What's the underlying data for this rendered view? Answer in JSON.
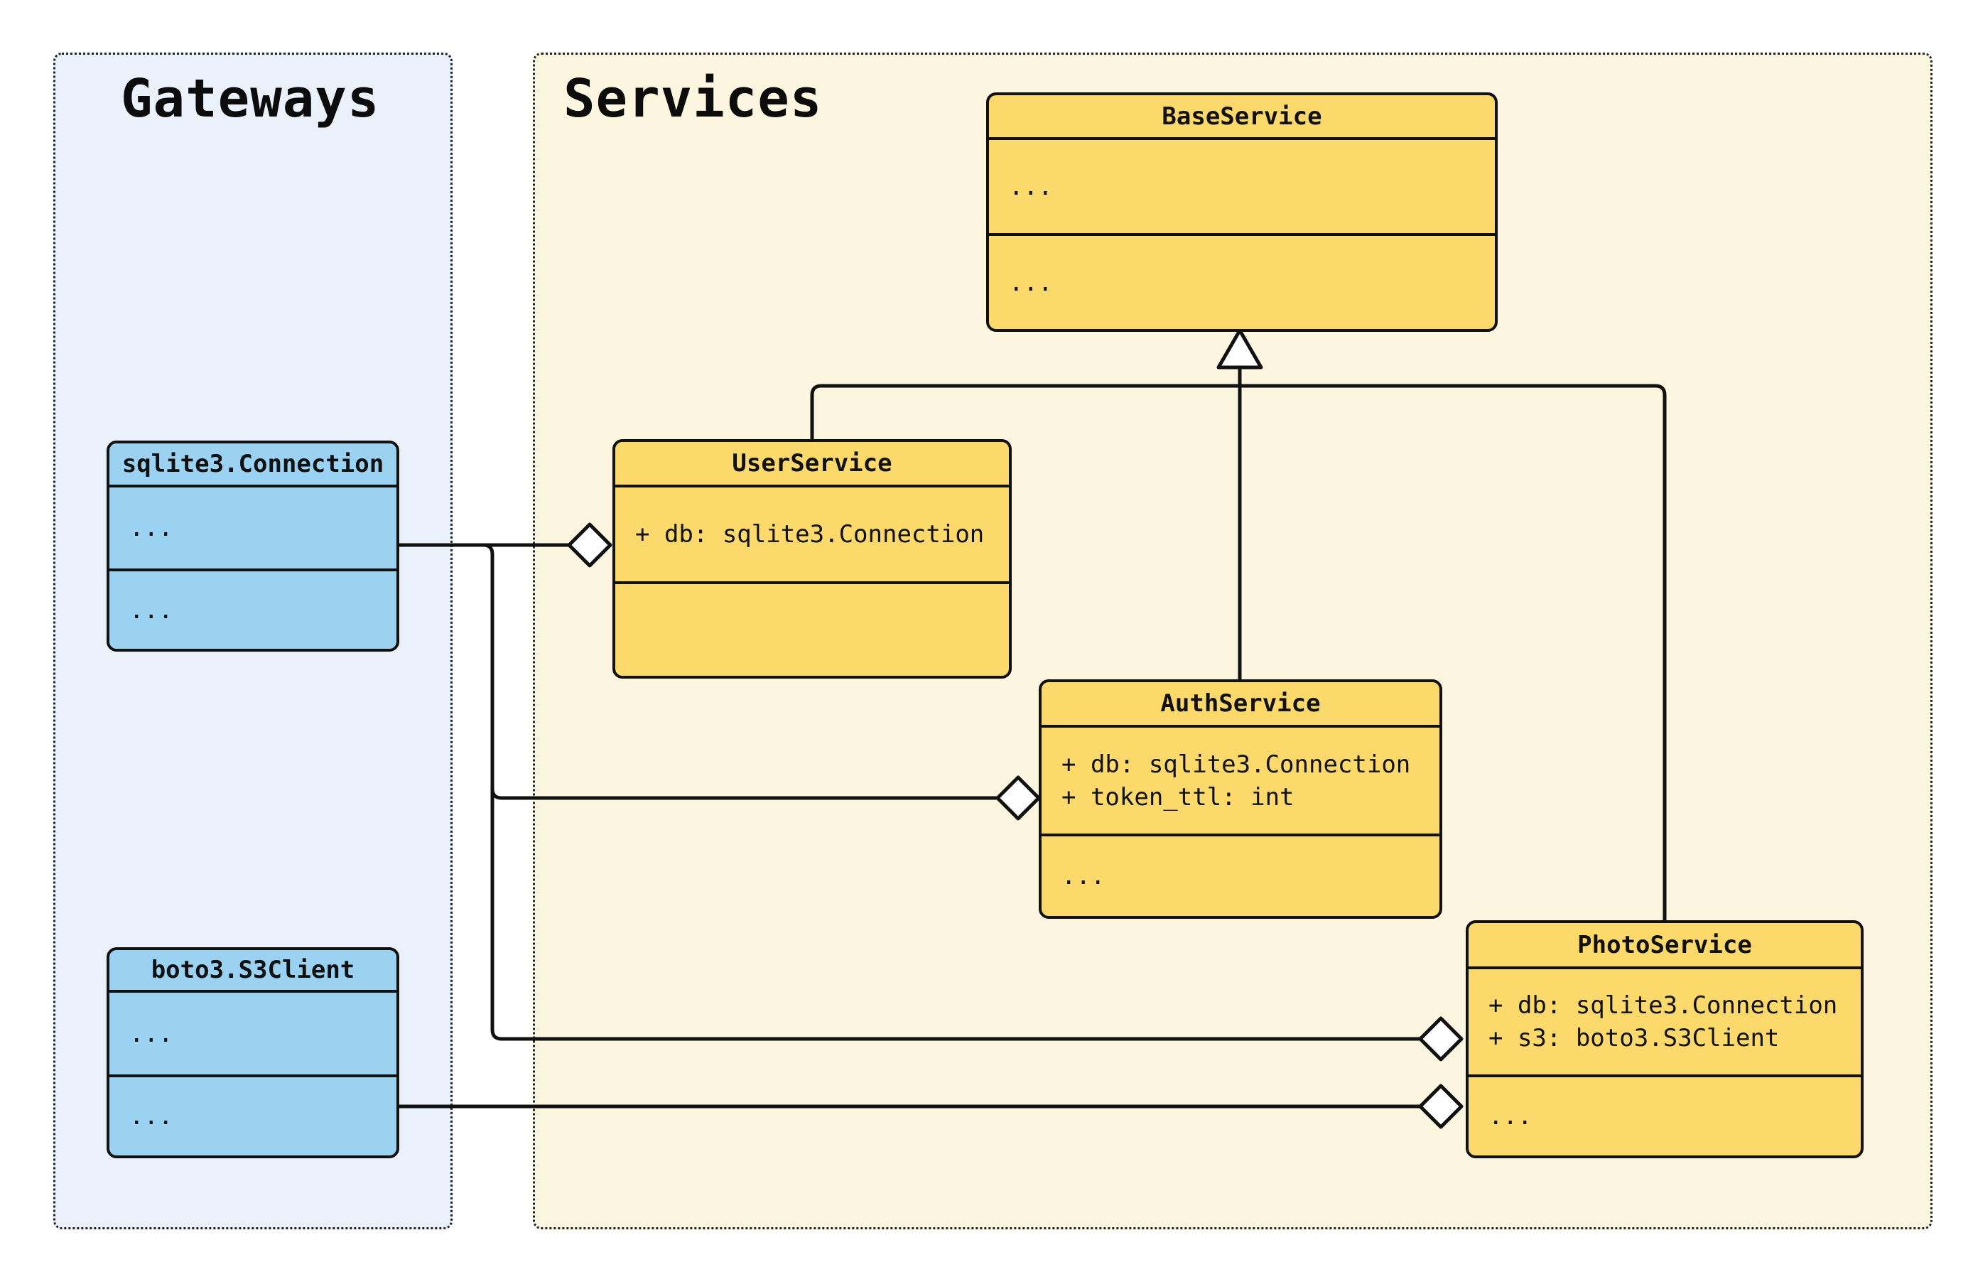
{
  "diagram": {
    "kind": "uml-class-diagram",
    "page_bg": "#FFFFFF"
  },
  "colors": {
    "service_class_fill": "#FBD96B",
    "gateway_class_fill": "#9CD2F1",
    "services_group_bg": "#FCF5DF",
    "gateways_group_bg": "#EAF1FB",
    "stroke": "#111111"
  },
  "groups": {
    "gateways": {
      "title": "Gateways"
    },
    "services": {
      "title": "Services"
    }
  },
  "classes": {
    "base": {
      "name": "BaseService",
      "attributes": [
        "..."
      ],
      "methods": [
        "..."
      ]
    },
    "user": {
      "name": "UserService",
      "attributes": [
        "+ db: sqlite3.Connection"
      ],
      "methods": []
    },
    "auth": {
      "name": "AuthService",
      "attributes": [
        "+ db: sqlite3.Connection",
        "+ token_ttl: int"
      ],
      "methods": [
        "..."
      ]
    },
    "photo": {
      "name": "PhotoService",
      "attributes": [
        "+ db: sqlite3.Connection",
        "+ s3: boto3.S3Client"
      ],
      "methods": [
        "..."
      ]
    },
    "sqlite": {
      "name": "sqlite3.Connection",
      "attributes": [
        "..."
      ],
      "methods": [
        "..."
      ]
    },
    "s3": {
      "name": "boto3.S3Client",
      "attributes": [
        "..."
      ],
      "methods": [
        "..."
      ]
    }
  },
  "relationships": [
    {
      "type": "inheritance",
      "parent": "BaseService",
      "child": "UserService",
      "marker": "hollow-triangle"
    },
    {
      "type": "inheritance",
      "parent": "BaseService",
      "child": "AuthService",
      "marker": "hollow-triangle"
    },
    {
      "type": "inheritance",
      "parent": "BaseService",
      "child": "PhotoService",
      "marker": "hollow-triangle"
    },
    {
      "type": "aggregation",
      "whole": "UserService",
      "part": "sqlite3.Connection",
      "marker": "hollow-diamond"
    },
    {
      "type": "aggregation",
      "whole": "AuthService",
      "part": "sqlite3.Connection",
      "marker": "hollow-diamond"
    },
    {
      "type": "aggregation",
      "whole": "PhotoService",
      "part": "sqlite3.Connection",
      "marker": "hollow-diamond"
    },
    {
      "type": "aggregation",
      "whole": "PhotoService",
      "part": "boto3.S3Client",
      "marker": "hollow-diamond"
    }
  ]
}
